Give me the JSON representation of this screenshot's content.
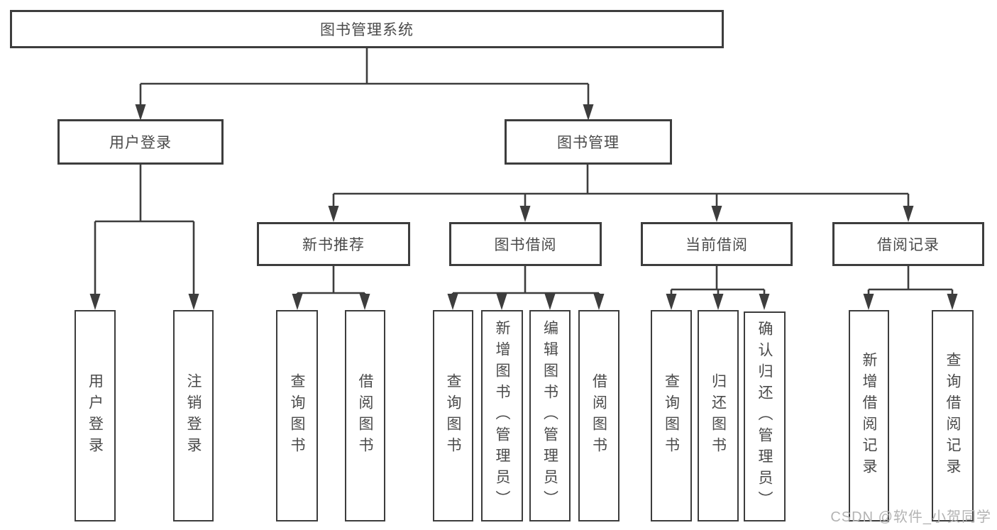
{
  "diagram": {
    "tree": {
      "root": {
        "label": "图书管理系统"
      },
      "branches": [
        {
          "label": "用户登录",
          "children": [
            {
              "label": "用户登录"
            },
            {
              "label": "注销登录"
            }
          ]
        },
        {
          "label": "图书管理",
          "children": [
            {
              "label": "新书推荐",
              "children": [
                {
                  "label": "查询图书"
                },
                {
                  "label": "借阅图书"
                }
              ]
            },
            {
              "label": "图书借阅",
              "children": [
                {
                  "label": "查询图书"
                },
                {
                  "label": "新增图书（管理员）"
                },
                {
                  "label": "编辑图书（管理员）"
                },
                {
                  "label": "借阅图书"
                }
              ]
            },
            {
              "label": "当前借阅",
              "children": [
                {
                  "label": "查询图书"
                },
                {
                  "label": "归还图书"
                },
                {
                  "label": "确认归还（管理员）"
                }
              ]
            },
            {
              "label": "借阅记录",
              "children": [
                {
                  "label": "新增借阅记录"
                },
                {
                  "label": "查询借阅记录"
                }
              ]
            }
          ]
        }
      ]
    },
    "colors": {
      "line": "#3d3d3d",
      "box_border": "#3d3d3d",
      "text": "#4a4a4a",
      "watermark": "#b3b3b3",
      "background": "#ffffff"
    }
  },
  "watermark": {
    "text": "CSDN @软件_小贺同学"
  }
}
